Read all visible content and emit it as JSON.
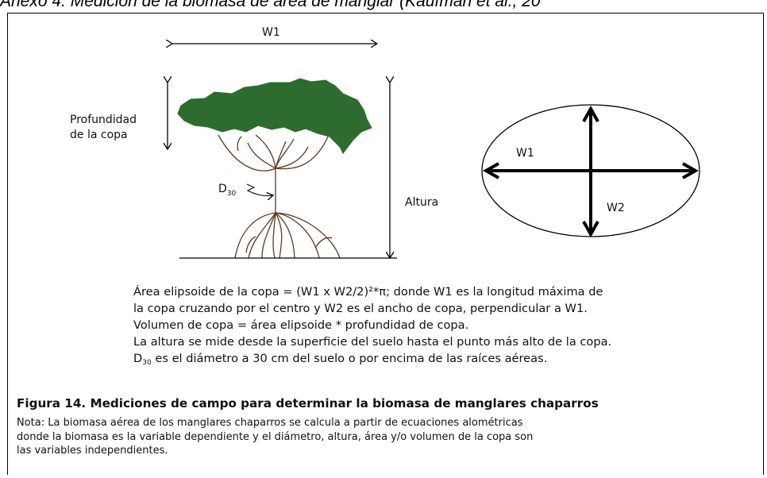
{
  "header": {
    "caption": "Anexo 4. Medición de la biomasa de área de manglar (Kaufman et al., 20"
  },
  "diagram": {
    "w1_top": "W1",
    "crown_depth_line1": "Profundidad",
    "crown_depth_line2": "de la copa",
    "d30_main": "D",
    "d30_sub": "30",
    "height_label": "Altura",
    "ellipse_w1": "W1",
    "ellipse_w2": "W2",
    "colors": {
      "crown": "#2e6b2f",
      "roots": "#5c3a22",
      "lines": "#000000"
    }
  },
  "formulas": {
    "line1": "Área elipsoide de la copa = (W1 x W2/2)²*π; donde W1 es la longitud máxima de",
    "line2": "la copa cruzando por el centro y W2 es el ancho de copa, perpendicular a W1.",
    "line3": "Volumen de copa = área elipsoide * profundidad de copa.",
    "line4": "La altura se mide desde la superficie del suelo hasta el punto más alto de la copa.",
    "line5_prefix": "D",
    "line5_sub": "30",
    "line5_rest": " es el diámetro a 30 cm del suelo o por encima de las raíces aéreas."
  },
  "figure": {
    "title": "Figura 14.  Mediciones de campo para determinar la biomasa de manglares chaparros"
  },
  "note": {
    "line1": "Nota: La biomasa aérea de los manglares chaparros se calcula a partir de ecuaciones alométricas",
    "line2": "donde la biomasa es la variable dependiente y el diámetro, altura, área y/o volumen de la copa son",
    "line3": "las variables independientes."
  }
}
